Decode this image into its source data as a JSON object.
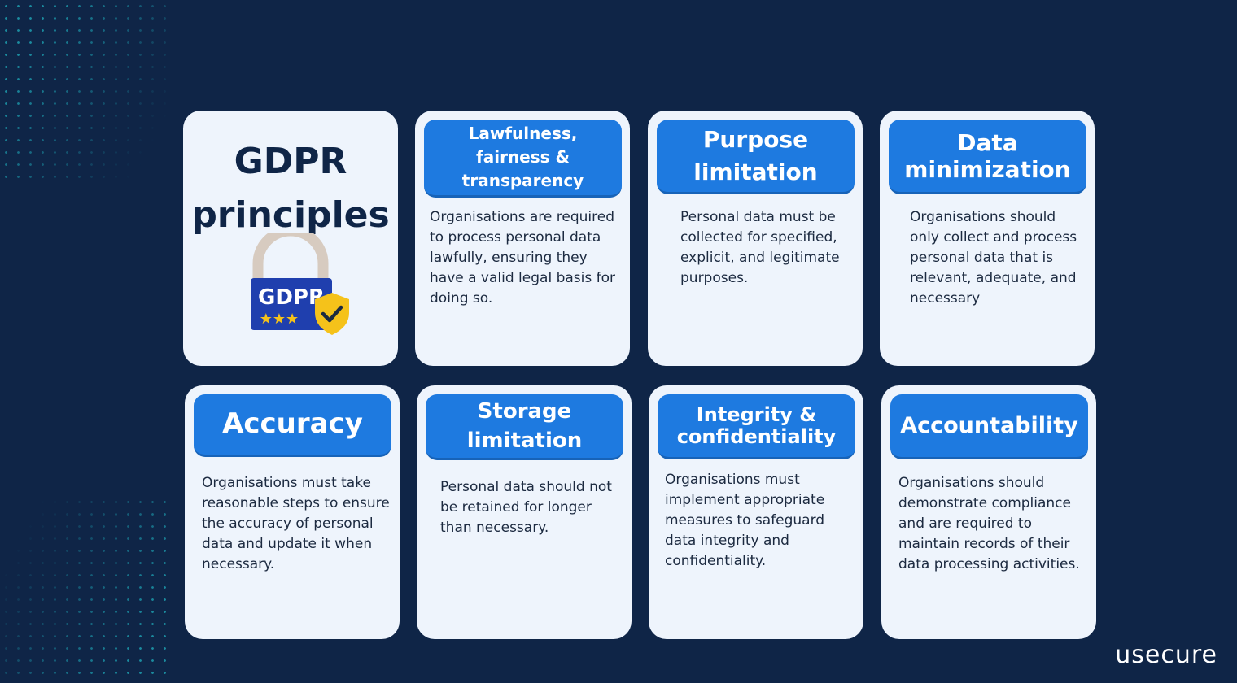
{
  "title": {
    "line1": "GDPR",
    "line2": "principles"
  },
  "badge": {
    "text": "GDPR",
    "stars": "★★★",
    "check_icon": "check-shield-icon"
  },
  "cards": [
    {
      "title": "Lawfulness, fairness & transparency",
      "body": "Organisations are required to process personal data lawfully, ensuring they have a valid legal basis for doing so."
    },
    {
      "title": "Purpose limitation",
      "body": "Personal data must be collected for specified, explicit, and legitimate purposes."
    },
    {
      "title": "Data minimization",
      "body": "Organisations should only collect and process personal data that is relevant, adequate, and necessary"
    },
    {
      "title": "Accuracy",
      "body": "Organisations must take reasonable steps to ensure the accuracy of personal data and update it when necessary."
    },
    {
      "title": "Storage limitation",
      "body": "Personal data should not be retained for longer than necessary."
    },
    {
      "title": "Integrity & confidentiality",
      "body": "Organisations must implement appropriate measures to safeguard data integrity and confidentiality."
    },
    {
      "title": "Accountability",
      "body": "Organisations should demonstrate compliance and are required to maintain records of their data processing activities."
    }
  ],
  "brand": "usecure",
  "colors": {
    "background": "#0f2547",
    "card": "#eef4fc",
    "header": "#1e7ae0",
    "dots": "#1ea5b5"
  }
}
